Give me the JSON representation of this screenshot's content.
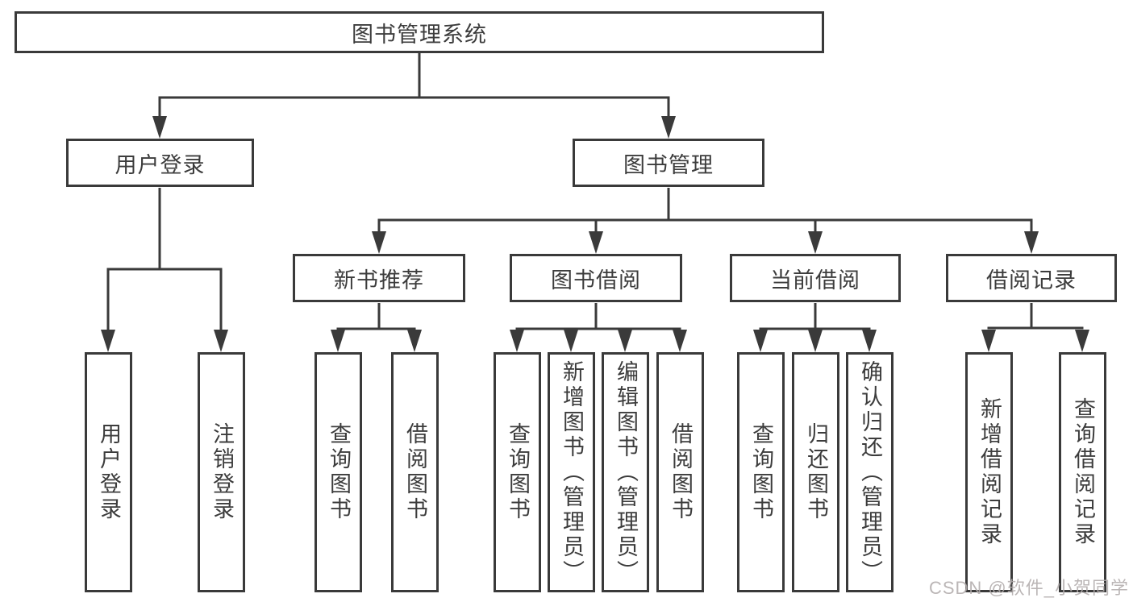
{
  "diagram": {
    "title": "图书管理系统",
    "colors": {
      "line": "#3a3a3a",
      "box_border": "#3a3a3a",
      "text": "#3c3c3c",
      "background": "#ffffff",
      "watermark": "#b2acac"
    },
    "tree": {
      "root": "图书管理系统",
      "level2": [
        {
          "label": "用户登录"
        },
        {
          "label": "图书管理"
        }
      ],
      "level3": [
        {
          "label": "新书推荐"
        },
        {
          "label": "图书借阅"
        },
        {
          "label": "当前借阅"
        },
        {
          "label": "借阅记录"
        }
      ],
      "leaves": {
        "user_login": [
          "用户登录",
          "注销登录"
        ],
        "new_book": [
          "查询图书",
          "借阅图书"
        ],
        "book_borrow": [
          "查询图书",
          "新增图书（管理员）",
          "编辑图书（管理员）",
          "借阅图书"
        ],
        "current_borrow": [
          "查询图书",
          "归还图书",
          "确认归还（管理员）"
        ],
        "borrow_records": [
          "新增借阅记录",
          "查询借阅记录"
        ]
      }
    }
  },
  "watermark": {
    "text": "CSDN @软件_小贺同学"
  }
}
